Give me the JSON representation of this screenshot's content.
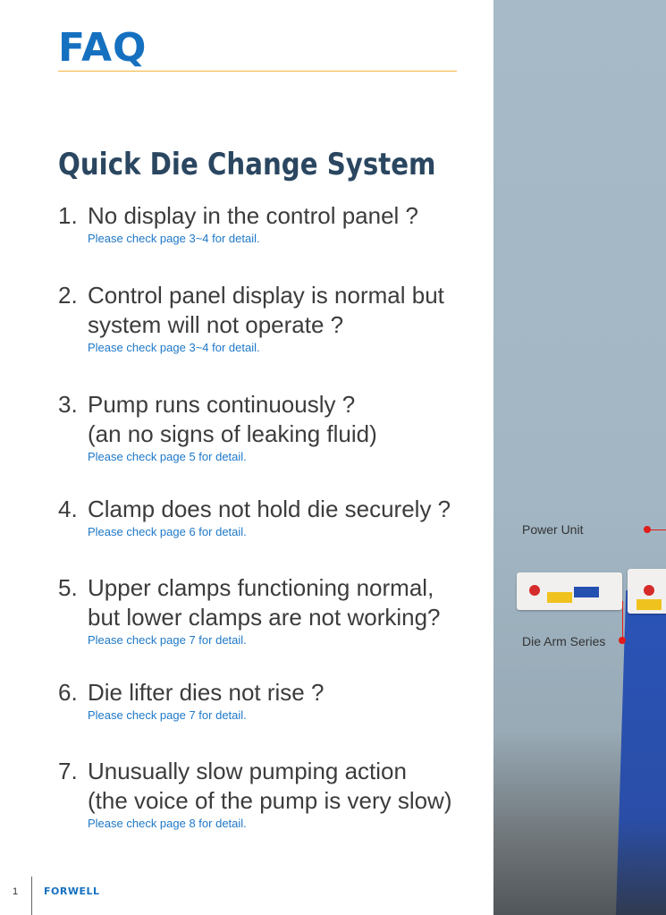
{
  "header": {
    "title": "FAQ"
  },
  "section": {
    "title": "Quick Die Change System"
  },
  "faqs": [
    {
      "num": "1.",
      "lines": [
        "No display in the control panel ?"
      ],
      "ref": "Please check page 3~4 for detail."
    },
    {
      "num": "2.",
      "lines": [
        "Control panel display is normal but",
        "system will not operate ?"
      ],
      "ref": "Please check page 3~4 for detail."
    },
    {
      "num": "3.",
      "lines": [
        "Pump runs continuously ?",
        "(an no signs of leaking fluid)"
      ],
      "ref": "Please check page 5 for detail."
    },
    {
      "num": "4.",
      "lines": [
        "Clamp does not hold die securely ?"
      ],
      "ref": "Please check page 6 for detail."
    },
    {
      "num": "5.",
      "lines": [
        "Upper clamps functioning normal,",
        "but lower clamps are not working?"
      ],
      "ref": "Please check page 7 for detail."
    },
    {
      "num": "6.",
      "lines": [
        "Die lifter dies not rise ?"
      ],
      "ref": "Please check page 7 for detail."
    },
    {
      "num": "7.",
      "lines": [
        "Unusually slow pumping action",
        "(the voice of the pump is very slow)"
      ],
      "ref": "Please check page 8 for detail."
    }
  ],
  "callouts": {
    "power_unit": "Power Unit",
    "die_arm": "Die Arm Series"
  },
  "footer": {
    "page_number": "1",
    "brand": "FORWELL"
  }
}
